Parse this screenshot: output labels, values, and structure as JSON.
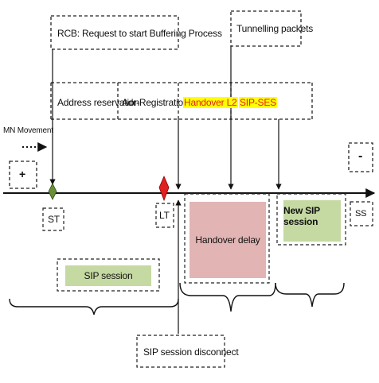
{
  "labels": {
    "rcb": "RCB: Request to start Buffering Process",
    "tunnelling": "Tunnelling packets",
    "address_reservation": "Address reservation",
    "adr_registration": "Adr-Registration",
    "handover_l2": "Handover L2",
    "sip_ses": "SIP-SES",
    "mn_movement": "MN Movement",
    "plus": "+",
    "minus": "-",
    "st": "ST",
    "lt": "LT",
    "ss": "SS",
    "handover_delay": "Handover delay",
    "new_sip_session": "New SIP session",
    "sip_session": "SIP session",
    "sip_disconnect": "SIP session disconnect"
  },
  "colors": {
    "handover_delay_fill": "#e2b4b4",
    "sip_session_fill": "#c5d9a2",
    "st_marker": "#6b8e3a",
    "lt_marker": "#e02020",
    "highlight": "#ffff00"
  }
}
